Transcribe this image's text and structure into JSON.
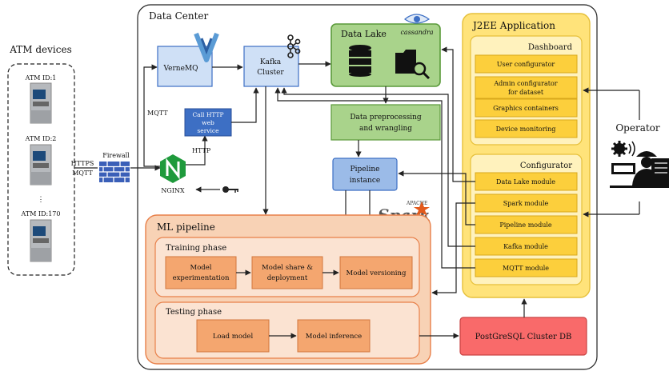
{
  "atm": {
    "title": "ATM devices",
    "device1": "ATM ID:1",
    "device2": "ATM ID:2",
    "ellipsis": "⋮",
    "device3": "ATM ID:170"
  },
  "edges": {
    "https": "HTTPS",
    "mqtt_left": "MQTT",
    "mqtt": "MQTT",
    "http": "HTTP"
  },
  "firewall": "Firewall",
  "nginx": "NGINX",
  "datacenter": {
    "title": "Data Center",
    "vernemq": "VerneMQ",
    "kafka_line1": "Kafka",
    "kafka_line2": "Cluster",
    "callhttp_line1": "Call HTTP",
    "callhttp_line2": "web",
    "callhttp_line3": "service",
    "datalake": "Data Lake",
    "cassandra": "cassandra",
    "preprocess_line1": "Data preprocessing",
    "preprocess_line2": "and wrangling",
    "pipeline_line1": "Pipeline",
    "pipeline_line2": "instance",
    "spark_apache": "APACHE",
    "spark_logo": "Spark"
  },
  "ml": {
    "title": "ML pipeline",
    "training": {
      "title": "Training phase",
      "exp_line1": "Model",
      "exp_line2": "experimentation",
      "share_line1": "Model share &",
      "share_line2": "deployment",
      "versioning": "Model versioning"
    },
    "testing": {
      "title": "Testing phase",
      "load": "Load model",
      "inference": "Model inference"
    }
  },
  "postgres": "PostGreSQL Cluster DB",
  "j2ee": {
    "title": "J2EE Application",
    "dashboard": {
      "title": "Dashboard",
      "item1": "User configurator",
      "item2_line1": "Admin configurator",
      "item2_line2": "for dataset",
      "item3": "Graphics containers",
      "item4": "Device monitoring"
    },
    "configurator": {
      "title": "Configurator",
      "item1": "Data Lake module",
      "item2": "Spark module",
      "item3": "Pipeline module",
      "item4": "Kafka module",
      "item5": "MQTT module"
    }
  },
  "operator": "Operator",
  "colors": {
    "green_fill": "#a9d38b",
    "green_stroke": "#5a9a3a",
    "blue_fill": "#cfe0f6",
    "blue_dark": "#3d6fc4",
    "orange_fill": "#f8d2b5",
    "orange_inner": "#f4a66f",
    "yellow_fill": "#ffe37a",
    "yellow_light": "#fff2bd",
    "red_fill": "#f96a6a"
  }
}
